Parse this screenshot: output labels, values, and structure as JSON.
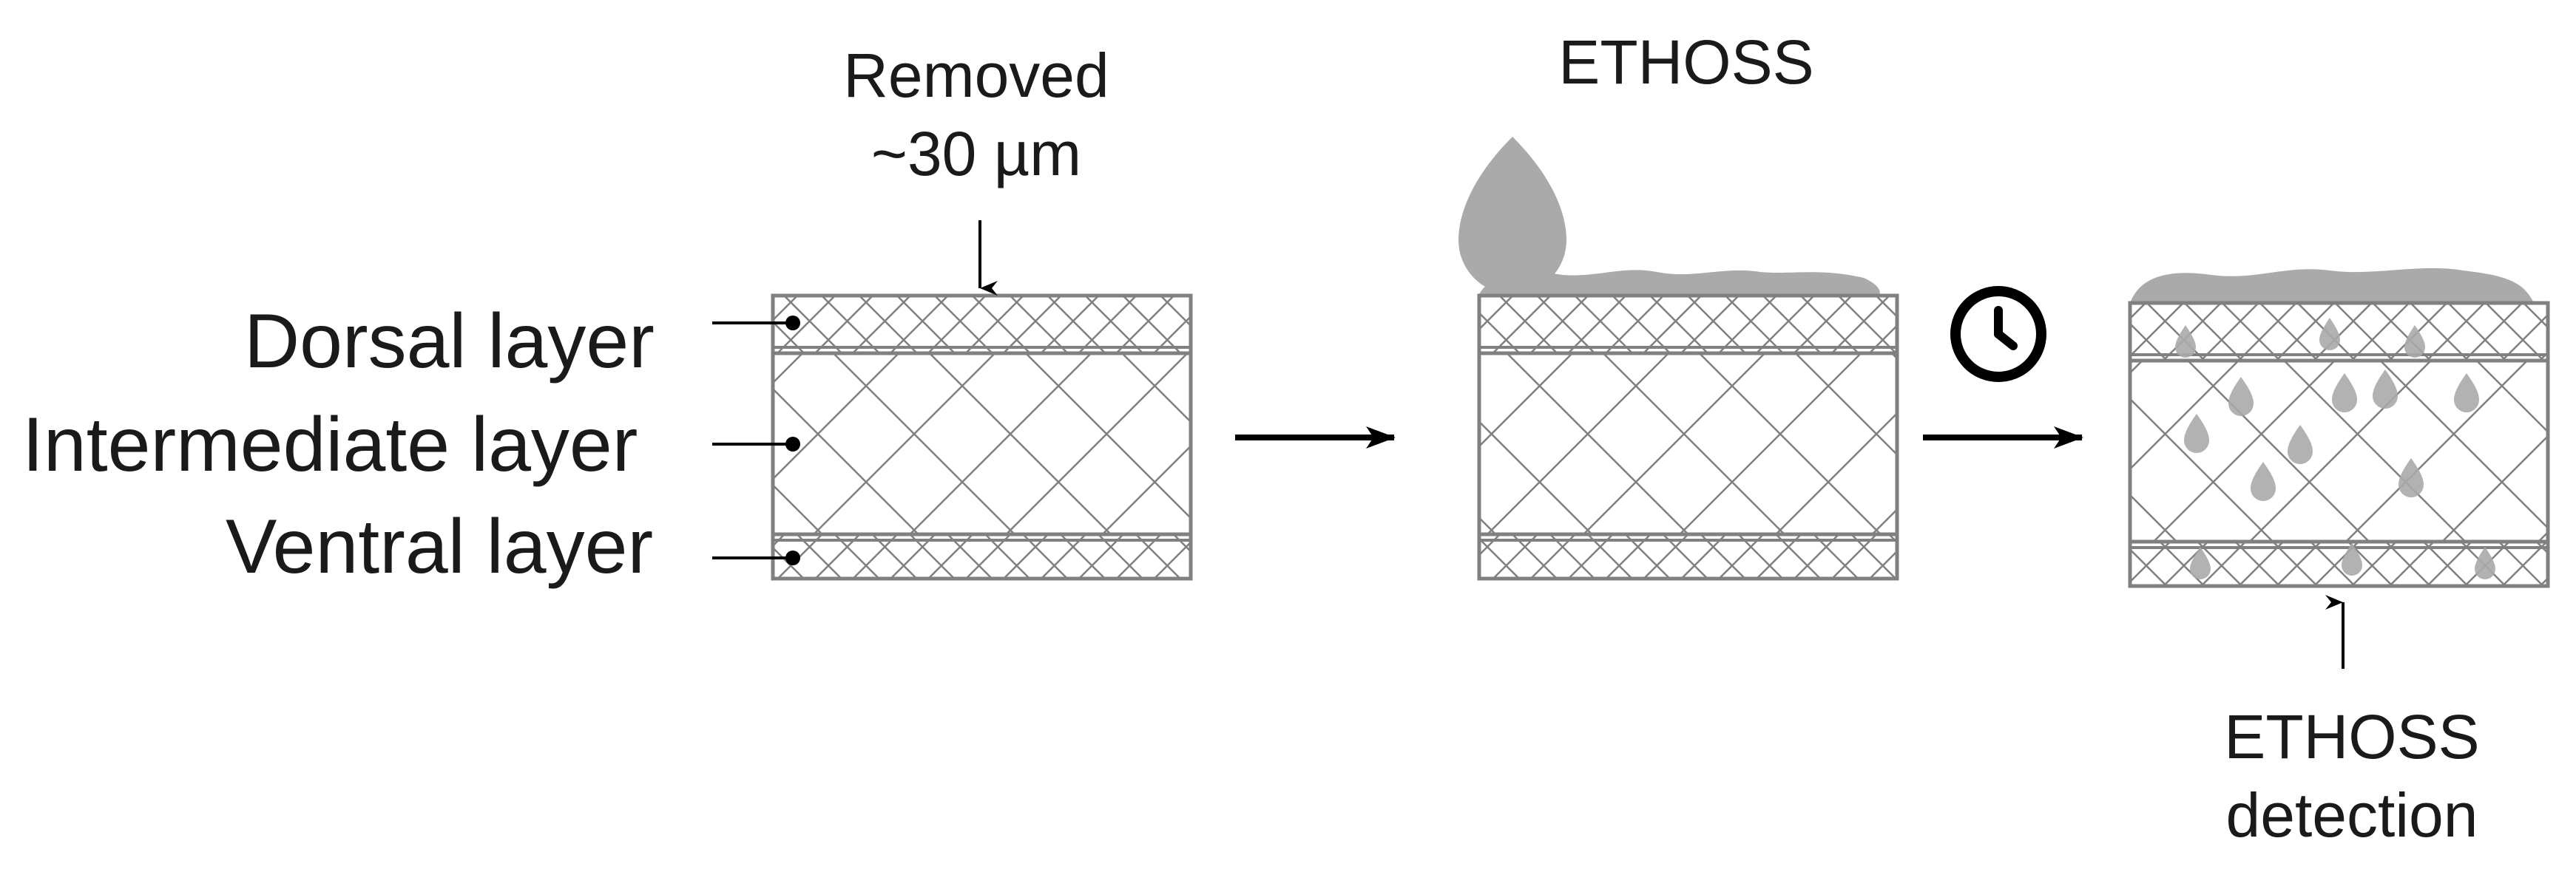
{
  "layers": {
    "dorsal": "Dorsal layer",
    "intermediate": "Intermediate layer",
    "ventral": "Ventral layer"
  },
  "removed": {
    "line1": "Removed",
    "line2": "~30 µm"
  },
  "applied_label": "ETHOSS",
  "detection": {
    "line1": "ETHOSS",
    "line2": "detection"
  },
  "steps": [
    {
      "step": "prepared-sample"
    },
    {
      "step": "ethoss-application"
    },
    {
      "step": "incubation-penetration"
    }
  ],
  "colors": {
    "hatch": "#808080",
    "drop": "#aaaaaa",
    "arrow": "#000000",
    "text": "#1a1a1a"
  },
  "icons": [
    "clock-icon",
    "drop-icon",
    "arrow-icon"
  ]
}
